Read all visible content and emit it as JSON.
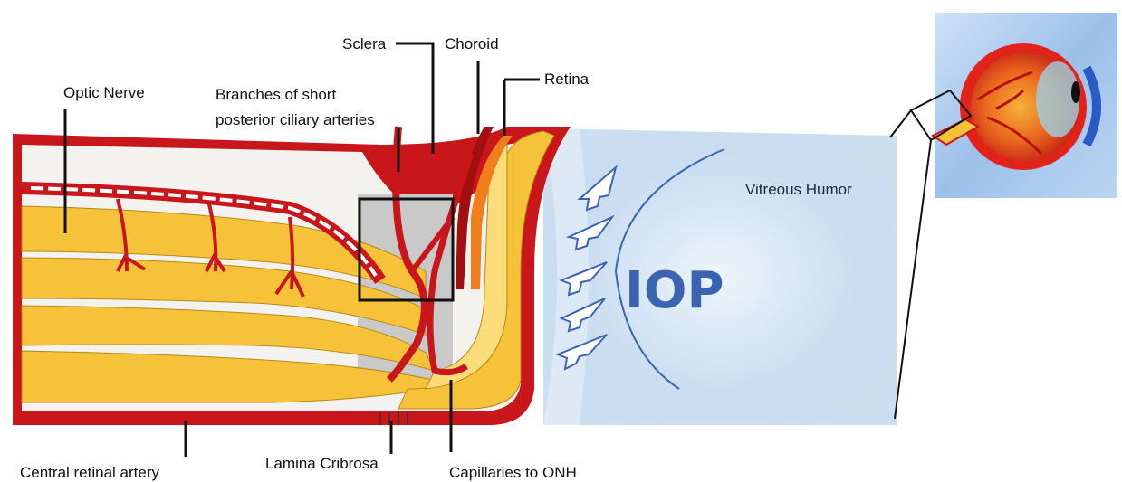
{
  "labels": {
    "optic_nerve": "Optic Nerve",
    "branches_line1": "Branches of short",
    "branches_line2": "posterior ciliary arteries",
    "sclera": "Sclera",
    "choroid": "Choroid",
    "retina": "Retina",
    "vitreous_humor": "Vitreous Humor",
    "iop": "IOP",
    "central_retinal_artery": "Central retinal artery",
    "lamina_cribrosa": "Lamina Cribrosa",
    "capillaries": "Capillaries to ONH"
  },
  "colors": {
    "artery_red": "#c8161b",
    "dark_red": "#a10f12",
    "nerve_yellow": "#f5c23a",
    "nerve_light": "#fbdc7a",
    "retina_orange": "#f07e1c",
    "sclera_white": "#f4f2ee",
    "lamina_grey": "#c9c9c9",
    "vitreous_blue": "#a9c6e6",
    "iop_blue": "#3a63b0",
    "inset_bg": "#a8c9ee"
  }
}
